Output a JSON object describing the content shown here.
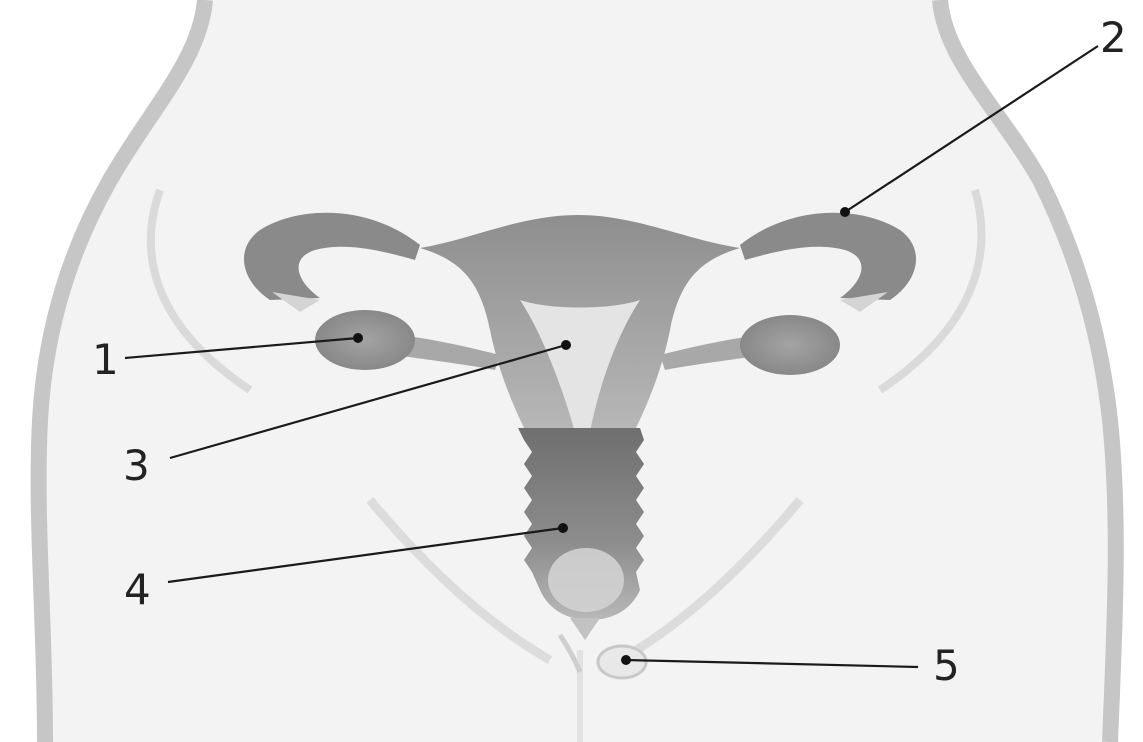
{
  "diagram": {
    "labels": [
      {
        "id": "1",
        "text": "1"
      },
      {
        "id": "2",
        "text": "2"
      },
      {
        "id": "3",
        "text": "3"
      },
      {
        "id": "4",
        "text": "4"
      },
      {
        "id": "5",
        "text": "5"
      }
    ]
  },
  "colors": {
    "background": "#ffffff",
    "body_fill": "#f1f1f1",
    "body_outline": "#c9c9c9",
    "organ_dark": "#7a7a7a",
    "organ_mid": "#9a9a9a",
    "organ_light": "#d6d6d6",
    "lines": "#1a1a1a"
  }
}
